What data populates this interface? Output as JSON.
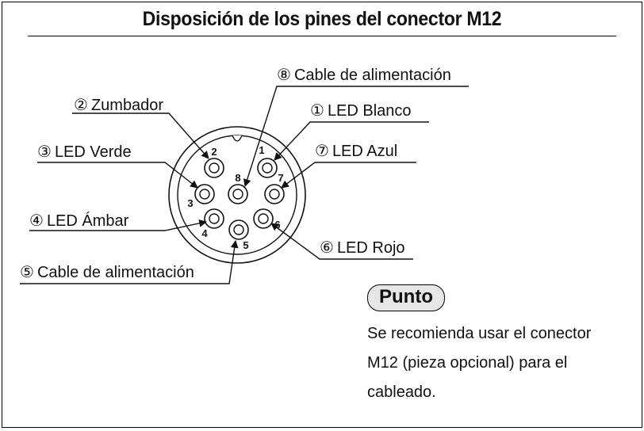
{
  "title": "Disposición de los pines del conector M12",
  "pins": [
    {
      "number": "1",
      "circled": "①",
      "label": "LED Blanco"
    },
    {
      "number": "2",
      "circled": "②",
      "label": "Zumbador"
    },
    {
      "number": "3",
      "circled": "③",
      "label": "LED Verde"
    },
    {
      "number": "4",
      "circled": "④",
      "label": "LED Ámbar"
    },
    {
      "number": "5",
      "circled": "⑤",
      "label": "Cable de alimentación"
    },
    {
      "number": "6",
      "circled": "⑥",
      "label": "LED Rojo"
    },
    {
      "number": "7",
      "circled": "⑦",
      "label": "LED Azul"
    },
    {
      "number": "8",
      "circled": "⑧",
      "label": "Cable de alimentación"
    }
  ],
  "note": {
    "heading": "Punto",
    "lines": [
      "Se recomienda usar el conector",
      "M12 (pieza opcional) para el",
      "cableado."
    ]
  }
}
